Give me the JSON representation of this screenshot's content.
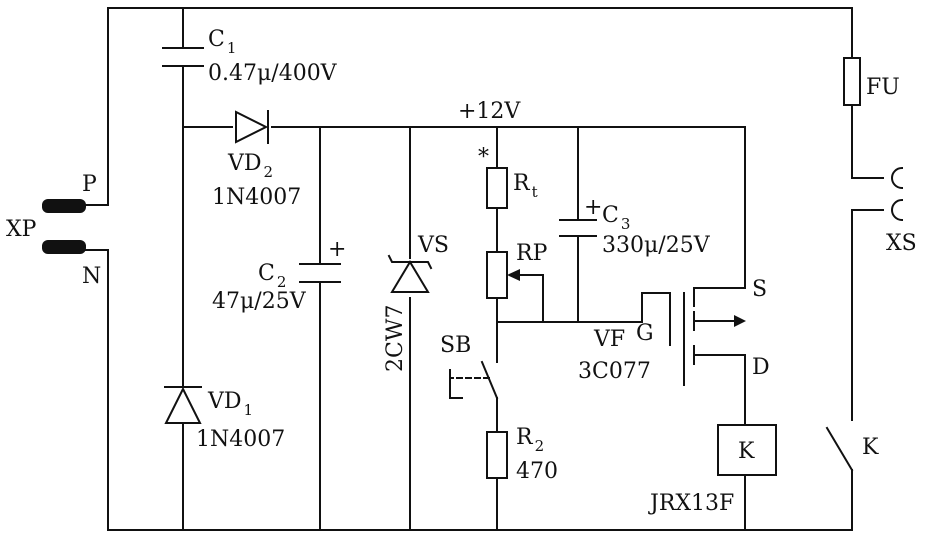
{
  "labels": {
    "c1": "C",
    "c1_sub": "1",
    "c1_value": "0.47μ/400V",
    "vd2": "VD",
    "vd2_sub": "2",
    "vd2_part": "1N4007",
    "supply": "+12V",
    "star": "*",
    "rt": "R",
    "rt_sub": "t",
    "c3": "C",
    "c3_sub": "3",
    "c3_value": "330μ/25V",
    "c3_plus": "+",
    "fu": "FU",
    "p": "P",
    "n": "N",
    "xp": "XP",
    "c2": "C",
    "c2_sub": "2",
    "c2_value": "47μ/25V",
    "c2_plus": "+",
    "vs": "VS",
    "vs_part": "2CW7",
    "rp": "RP",
    "sb": "SB",
    "vf": "VF",
    "vf_part": "3C077",
    "g": "G",
    "s": "S",
    "d": "D",
    "xs": "XS",
    "vd1": "VD",
    "vd1_sub": "1",
    "vd1_part": "1N4007",
    "r2": "R",
    "r2_sub": "2",
    "r2_value": "470",
    "k_relay": "K",
    "k_switch": "K",
    "relay_part": "JRX13F"
  }
}
